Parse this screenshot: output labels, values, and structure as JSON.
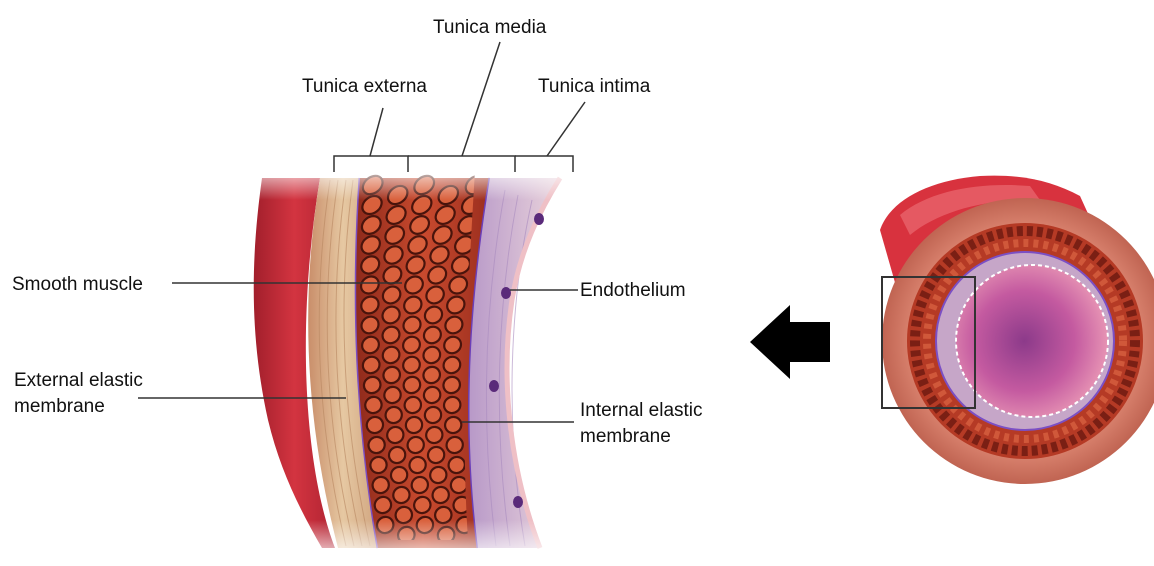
{
  "labels": {
    "tunica_media": "Tunica media",
    "tunica_externa": "Tunica externa",
    "tunica_intima": "Tunica intima",
    "smooth_muscle": "Smooth muscle",
    "endothelium": "Endothelium",
    "external_elastic_line1": "External elastic",
    "external_elastic_line2": "membrane",
    "internal_elastic_line1": "Internal elastic",
    "internal_elastic_line2": "membrane"
  },
  "colors": {
    "externa": "#d9b48c",
    "media": "#c8472c",
    "media_dark": "#6a1e14",
    "intima": "#c9a7c7",
    "elastic": "#7b4fc4",
    "lumen": "#e07fa0",
    "outer_red": "#c82a38"
  }
}
